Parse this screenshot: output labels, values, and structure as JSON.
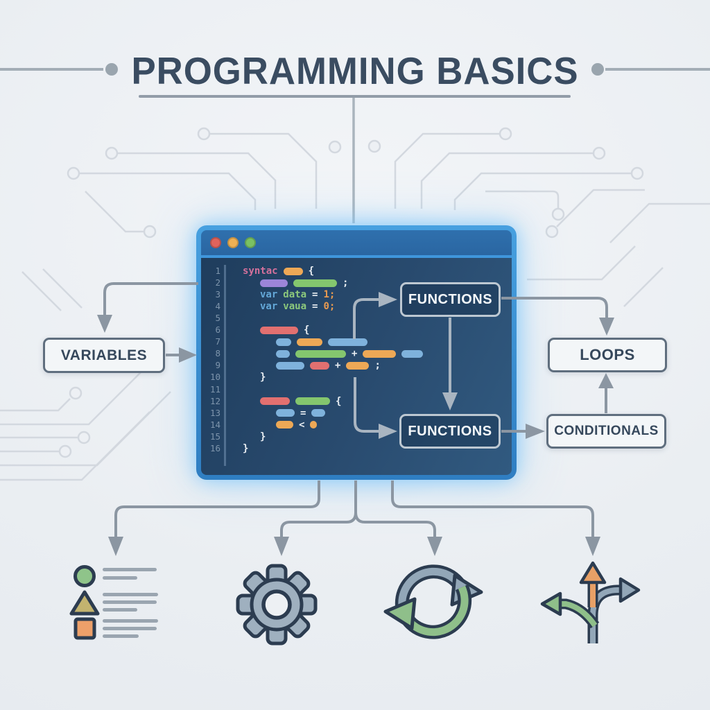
{
  "title": {
    "text": "PROGRAMMING BASICS"
  },
  "colors": {
    "background": "#eaeef2",
    "title_text": "#3a4c61",
    "connector_gray": "#8b96a2",
    "connector_light": "#a9b5c1",
    "circuit_trace": "#d3d8df",
    "editor_frame_blue": "#47a0e0",
    "editor_body_navy": "#294b6f",
    "traffic_red": "#e0635c",
    "traffic_yellow": "#eeb054",
    "traffic_green": "#7ac163",
    "code_pink": "#d4719c",
    "code_blue": "#64a8d8",
    "code_green": "#8cc87c",
    "code_orange": "#e89a50",
    "pill_red": "#e27070",
    "pill_purple": "#9c85d8",
    "icon_outline_navy": "#2c3c50",
    "icon_gray_blue": "#9fb0bf",
    "icon_green": "#8fbf8a",
    "icon_orange": "#e8a066"
  },
  "boxes": {
    "variables": "VARIABLES",
    "functions_top": "FUNCTIONS",
    "functions_bottom": "FUNCTIONS",
    "loops": "LOOPS",
    "conditionals": "CONDITIONALS"
  },
  "connections": [
    "title -> editor",
    "editor -> variables",
    "variables -> editor",
    "code -> functions_top",
    "functions_top -> functions_bottom",
    "code -> functions_bottom",
    "functions_top -> loops",
    "functions_bottom -> conditionals",
    "conditionals -> loops",
    "editor -> list-icon",
    "editor -> gear-icon",
    "editor -> loop-cycle-icon",
    "editor -> branch-arrows-icon"
  ],
  "editor": {
    "window_controls": [
      "close",
      "minimize",
      "maximize"
    ],
    "line_numbers": [
      "1",
      "2",
      "3",
      "4",
      "5",
      "6",
      "7",
      "8",
      "9",
      "10",
      "11",
      "12",
      "13",
      "14",
      "15",
      "16"
    ],
    "code_lines": [
      {
        "indent": 0,
        "tokens": [
          {
            "t": "text",
            "v": "syntac",
            "c": "pink"
          },
          {
            "t": "pill",
            "c": "orange",
            "w": 28
          },
          {
            "t": "text",
            "v": "{",
            "c": "white"
          }
        ]
      },
      {
        "indent": 1,
        "tokens": [
          {
            "t": "pill",
            "c": "purple",
            "w": 40
          },
          {
            "t": "pill",
            "c": "green",
            "w": 63
          },
          {
            "t": "text",
            "v": ";",
            "c": "white"
          }
        ]
      },
      {
        "indent": 1,
        "tokens": [
          {
            "t": "text",
            "v": "var",
            "c": "blue"
          },
          {
            "t": "text",
            "v": "data",
            "c": "green"
          },
          {
            "t": "text",
            "v": "=",
            "c": "white"
          },
          {
            "t": "text",
            "v": "1;",
            "c": "orange"
          }
        ]
      },
      {
        "indent": 1,
        "tokens": [
          {
            "t": "text",
            "v": "var",
            "c": "blue"
          },
          {
            "t": "text",
            "v": "vaua",
            "c": "green"
          },
          {
            "t": "text",
            "v": "=",
            "c": "white"
          },
          {
            "t": "text",
            "v": "0;",
            "c": "orange"
          }
        ]
      },
      {
        "indent": 0,
        "tokens": []
      },
      {
        "indent": 1,
        "tokens": [
          {
            "t": "pill",
            "c": "red",
            "w": 55
          },
          {
            "t": "text",
            "v": "{",
            "c": "white"
          }
        ]
      },
      {
        "indent": 2,
        "tokens": [
          {
            "t": "pill",
            "c": "blue",
            "w": 22
          },
          {
            "t": "pill",
            "c": "orange",
            "w": 37
          },
          {
            "t": "pill",
            "c": "blue",
            "w": 57
          }
        ]
      },
      {
        "indent": 2,
        "tokens": [
          {
            "t": "pill",
            "c": "blue",
            "w": 20
          },
          {
            "t": "pill",
            "c": "green",
            "w": 73
          },
          {
            "t": "text",
            "v": "+",
            "c": "white"
          },
          {
            "t": "pill",
            "c": "orange",
            "w": 48
          },
          {
            "t": "pill",
            "c": "blue",
            "w": 31
          }
        ]
      },
      {
        "indent": 2,
        "tokens": [
          {
            "t": "pill",
            "c": "blue",
            "w": 41
          },
          {
            "t": "pill",
            "c": "red",
            "w": 28
          },
          {
            "t": "text",
            "v": "+",
            "c": "white"
          },
          {
            "t": "pill",
            "c": "orange",
            "w": 33
          },
          {
            "t": "text",
            "v": ";",
            "c": "white"
          }
        ]
      },
      {
        "indent": 1,
        "tokens": [
          {
            "t": "text",
            "v": "}",
            "c": "white"
          }
        ]
      },
      {
        "indent": 0,
        "tokens": []
      },
      {
        "indent": 1,
        "tokens": [
          {
            "t": "pill",
            "c": "red",
            "w": 43
          },
          {
            "t": "pill",
            "c": "green",
            "w": 50
          },
          {
            "t": "text",
            "v": "{",
            "c": "white"
          }
        ]
      },
      {
        "indent": 2,
        "tokens": [
          {
            "t": "pill",
            "c": "blue",
            "w": 27
          },
          {
            "t": "text",
            "v": "=",
            "c": "white"
          },
          {
            "t": "pill",
            "c": "blue",
            "w": 20
          }
        ]
      },
      {
        "indent": 2,
        "tokens": [
          {
            "t": "pill",
            "c": "orange",
            "w": 25
          },
          {
            "t": "text",
            "v": "<",
            "c": "white"
          },
          {
            "t": "pill",
            "c": "orange",
            "w": 10
          }
        ]
      },
      {
        "indent": 1,
        "tokens": [
          {
            "t": "text",
            "v": "}",
            "c": "white"
          }
        ]
      },
      {
        "indent": 0,
        "tokens": [
          {
            "t": "text",
            "v": "}",
            "c": "white"
          }
        ]
      }
    ]
  },
  "icons": [
    "list-icon",
    "gear-icon",
    "loop-cycle-icon",
    "branch-arrows-icon"
  ]
}
